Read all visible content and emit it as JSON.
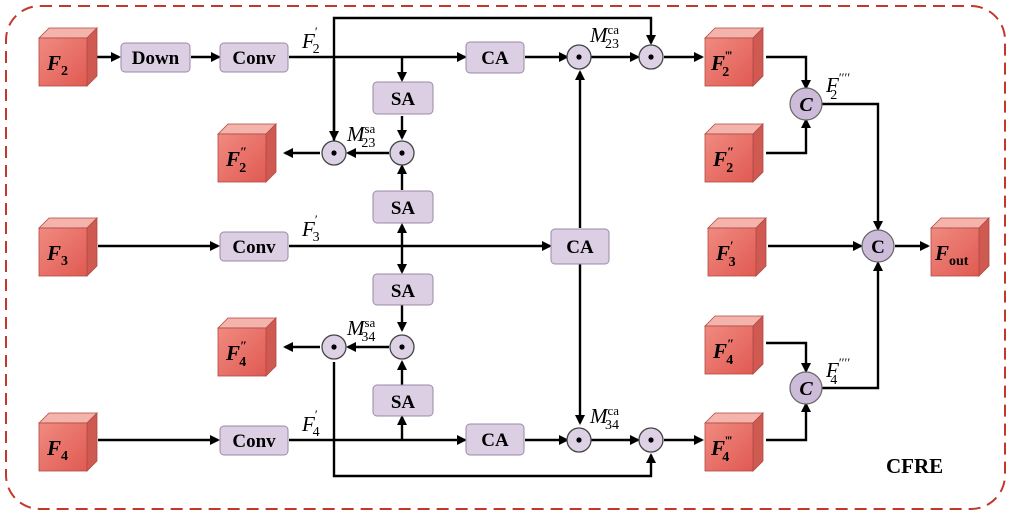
{
  "title": "CFRE",
  "blocks": {
    "down": "Down",
    "conv": "Conv",
    "ca": "CA",
    "sa": "SA",
    "concat": "C"
  },
  "inputs": {
    "f2": {
      "base": "F",
      "sub": "2"
    },
    "f3": {
      "base": "F",
      "sub": "3"
    },
    "f4": {
      "base": "F",
      "sub": "4"
    }
  },
  "line_labels": {
    "f2_prime": {
      "base": "F",
      "sub": "2",
      "sup": "′"
    },
    "f3_prime": {
      "base": "F",
      "sub": "3",
      "sup": "′"
    },
    "f4_prime": {
      "base": "F",
      "sub": "4",
      "sup": "′"
    },
    "m23_ca": {
      "base": "M",
      "sub": "23",
      "sup": "ca"
    },
    "m34_ca": {
      "base": "M",
      "sub": "34",
      "sup": "ca"
    },
    "m23_sa": {
      "base": "M",
      "sub": "23",
      "sup": "sa"
    },
    "m34_sa": {
      "base": "M",
      "sub": "34",
      "sup": "sa"
    },
    "f2_4prime": {
      "base": "F",
      "sub": "2",
      "sup": "′′′′"
    },
    "f4_4prime": {
      "base": "F",
      "sub": "4",
      "sup": "′′′′"
    }
  },
  "outputs": {
    "f2_dprime": {
      "base": "F",
      "sub": "2",
      "sup": "″"
    },
    "f4_dprime": {
      "base": "F",
      "sub": "4",
      "sup": "″"
    },
    "f2_tprime": {
      "base": "F",
      "sub": "2",
      "sup": "‴"
    },
    "f4_tprime": {
      "base": "F",
      "sub": "4",
      "sup": "‴"
    },
    "f2_dprime_r": {
      "base": "F",
      "sub": "2",
      "sup": "″"
    },
    "f4_dprime_r": {
      "base": "F",
      "sub": "4",
      "sup": "″"
    },
    "f3_prime_r": {
      "base": "F",
      "sub": "3",
      "sup": "′"
    },
    "f_out": {
      "base": "F",
      "sub": "out"
    }
  },
  "colors": {
    "frame": "#c0392b",
    "cube_front": "#e8756c",
    "cube_top": "#f2a8a0",
    "cube_side": "#d9635c",
    "block_fill": "#dccfe3",
    "node_fill": "#ddd1e6"
  }
}
